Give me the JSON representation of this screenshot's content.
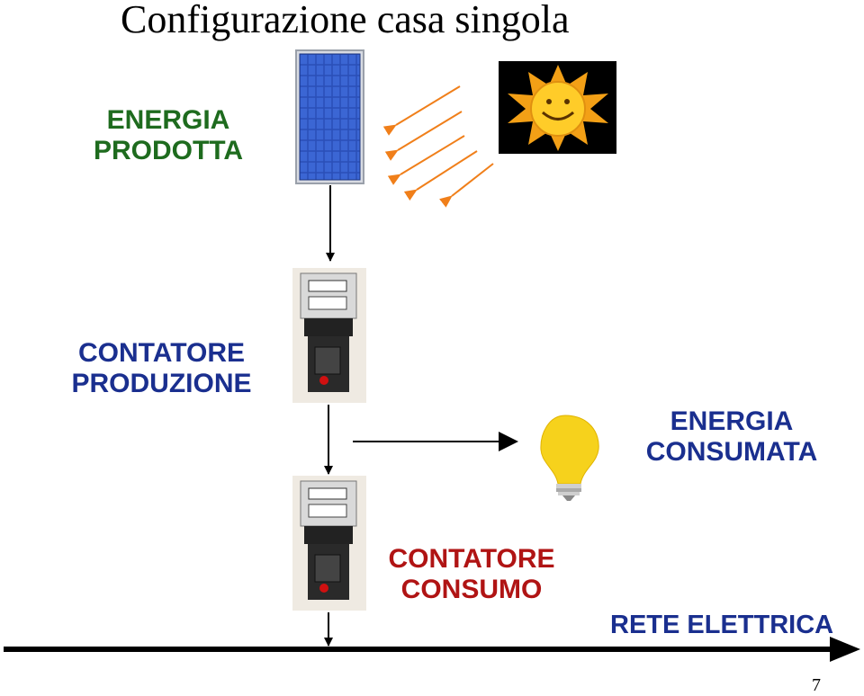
{
  "title": "Configurazione casa singola",
  "labels": {
    "energia_prodotta": [
      "ENERGIA",
      "PRODOTTA"
    ],
    "contatore_produzione": [
      "CONTATORE",
      "PRODUZIONE"
    ],
    "energia_consumata": [
      "ENERGIA",
      "CONSUMATA"
    ],
    "contatore_consumo": [
      "CONTATORE",
      "CONSUMO"
    ],
    "rete_elettrica": "RETE ELETTRICA"
  },
  "page_number": "7",
  "colors": {
    "green_label": "#1e6b1e",
    "blue_label": "#1a2f8f",
    "red_label": "#b01414",
    "sun_ray_arrow": "#f07f1a",
    "flow_arrow": "#000000"
  },
  "icons": [
    "solar-panel-icon",
    "sun-icon",
    "meter-icon",
    "light-bulb-icon"
  ]
}
